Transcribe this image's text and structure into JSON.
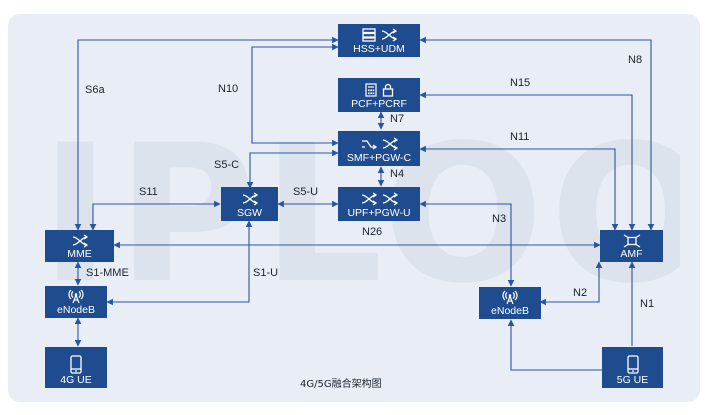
{
  "watermark": "IPLOOK",
  "caption": "4G/5G融合架构图",
  "nodes": {
    "hss_udm": {
      "label": "HSS+UDM",
      "icons": [
        "server-icon",
        "switch-icon"
      ]
    },
    "pcf_pcrf": {
      "label": "PCF+PCRF",
      "icons": [
        "calculator-icon",
        "lock-icon"
      ]
    },
    "smf_pgw_c": {
      "label": "SMF+PGW-C",
      "icons": [
        "router-icon",
        "switch-icon"
      ]
    },
    "upf_pgw_u": {
      "label": "UPF+PGW-U",
      "icons": [
        "switch-icon",
        "switch-icon"
      ]
    },
    "sgw": {
      "label": "SGW",
      "icons": [
        "switch-icon"
      ]
    },
    "mme": {
      "label": "MME",
      "icons": [
        "switch-icon"
      ]
    },
    "amf": {
      "label": "AMF",
      "icons": [
        "amf-icon"
      ]
    },
    "enodeb_left": {
      "label": "eNodeB",
      "icons": [
        "antenna-icon"
      ]
    },
    "enodeb_right": {
      "label": "eNodeB",
      "icons": [
        "antenna-icon"
      ]
    },
    "ue_4g": {
      "label": "4G UE",
      "icons": [
        "phone-icon"
      ]
    },
    "ue_5g": {
      "label": "5G UE",
      "icons": [
        "phone-icon"
      ]
    }
  },
  "interfaces": {
    "s6a": "S6a",
    "n10": "N10",
    "n8": "N8",
    "n15": "N15",
    "n7": "N7",
    "n11": "N11",
    "s5c": "S5-C",
    "n4": "N4",
    "s11": "S11",
    "s5u": "S5-U",
    "n3": "N3",
    "n26": "N26",
    "s1mme": "S1-MME",
    "s1u": "S1-U",
    "n2": "N2",
    "n1": "N1"
  },
  "colors": {
    "node_fill": "#1f4b8f",
    "node_text": "#ffffff",
    "line": "#2b55a1",
    "panel": "#e9eef6",
    "watermark": "#dde3ec"
  }
}
